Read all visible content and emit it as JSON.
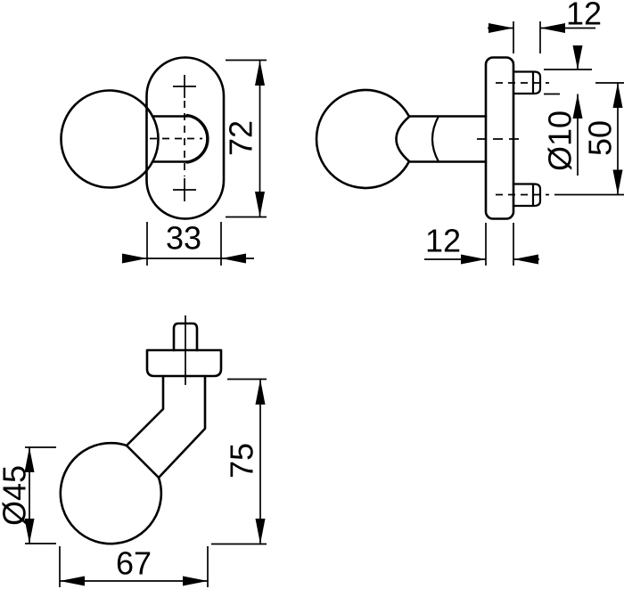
{
  "drawing": {
    "background_color": "#ffffff",
    "line_color": "#000000",
    "views": [
      {
        "name": "front view",
        "dimensions": {
          "height": "72",
          "width": "33"
        }
      },
      {
        "name": "side view",
        "dimensions": {
          "stud_projection": "12",
          "stud_diameter": "Ø10",
          "stud_centers": "50",
          "plate_thickness": "12"
        }
      },
      {
        "name": "angled knob view",
        "dimensions": {
          "knob_diameter": "Ø45",
          "height": "75",
          "width": "67"
        }
      }
    ]
  }
}
